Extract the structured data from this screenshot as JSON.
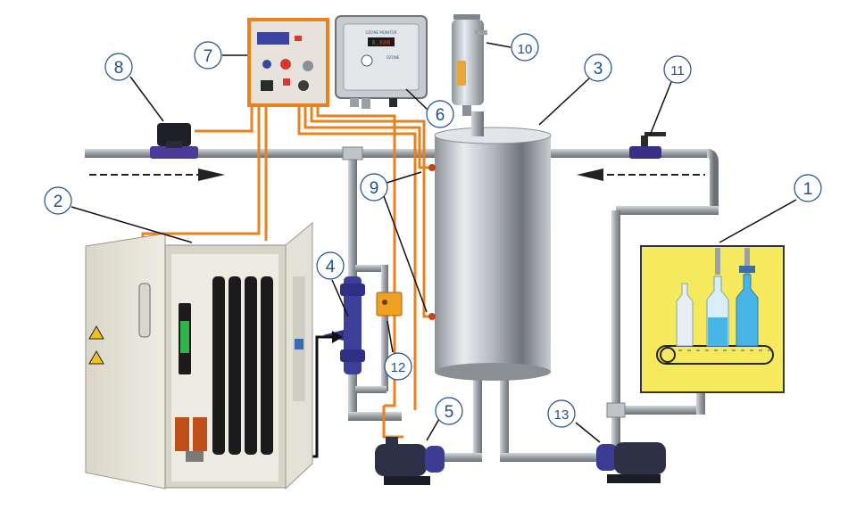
{
  "diagram": {
    "components": [
      {
        "id": "1",
        "label": "1",
        "icon": "bottling-line-icon"
      },
      {
        "id": "2",
        "label": "2",
        "icon": "ozone-generator-cabinet-icon"
      },
      {
        "id": "3",
        "label": "3",
        "icon": "contact-tank-icon"
      },
      {
        "id": "4",
        "label": "4",
        "icon": "venturi-injector-icon"
      },
      {
        "id": "5",
        "label": "5",
        "icon": "circulation-pump-icon"
      },
      {
        "id": "6",
        "label": "6",
        "icon": "ozone-monitor-icon"
      },
      {
        "id": "7",
        "label": "7",
        "icon": "control-panel-icon"
      },
      {
        "id": "8",
        "label": "8",
        "icon": "solenoid-valve-icon"
      },
      {
        "id": "9",
        "label": "9",
        "icon": "level-sensor-icon"
      },
      {
        "id": "10",
        "label": "10",
        "icon": "ozone-destructor-icon"
      },
      {
        "id": "11",
        "label": "11",
        "icon": "outlet-valve-icon"
      },
      {
        "id": "12",
        "label": "12",
        "icon": "flow-switch-icon"
      },
      {
        "id": "13",
        "label": "13",
        "icon": "supply-pump-icon"
      }
    ],
    "monitor_panel": {
      "title": "OZONE MONITOR",
      "subtitle": "OZONE",
      "display": "8.888"
    },
    "colors": {
      "pipe": "#a8adb3",
      "signal_wire": "#e8821c",
      "callout": "#1d4f8f",
      "tank": "#b9bcc0",
      "line_panel": "#f5ea5e",
      "valve": "#3a2f86"
    },
    "flow_arrows": [
      {
        "icon": "arrow-right-icon"
      },
      {
        "icon": "arrow-left-icon"
      }
    ]
  }
}
